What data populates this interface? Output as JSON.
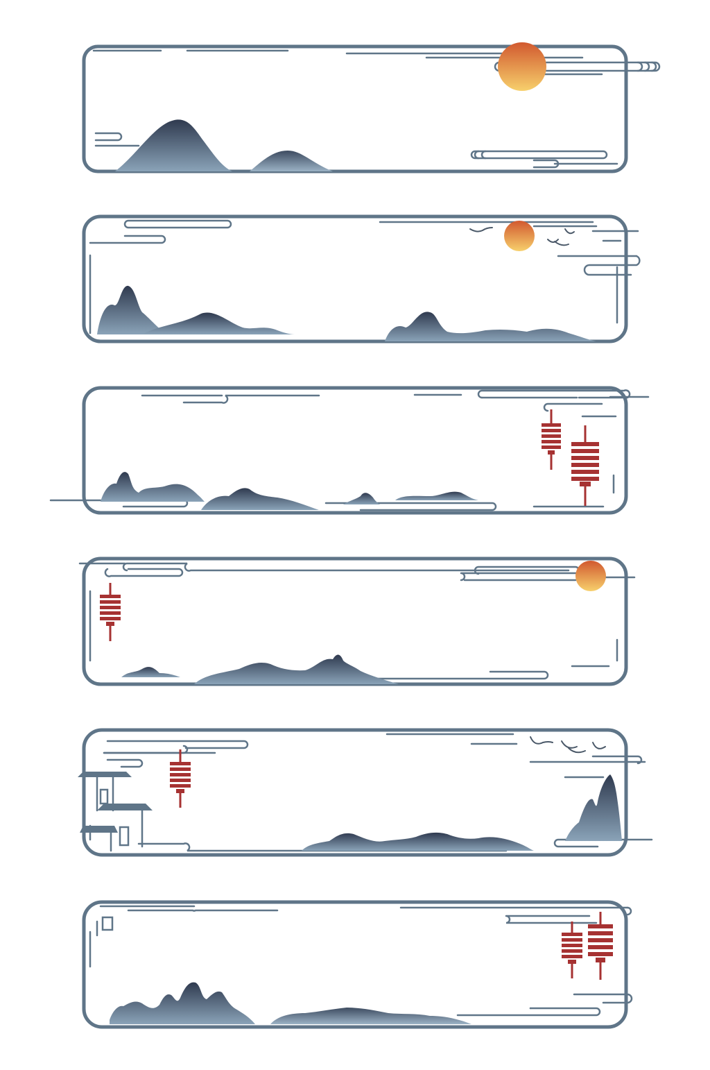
{
  "title": "",
  "colors": {
    "frame": "#5f7588",
    "mountain_dark": "#2f3a4f",
    "mountain_light": "#8aa3b8",
    "sun_top": "#d1592f",
    "sun_bottom": "#f7d06c",
    "lantern": "#a63232"
  },
  "banners": [
    {
      "name": "banner-1",
      "motifs": [
        "sun",
        "cloud-lines",
        "mountains"
      ]
    },
    {
      "name": "banner-2",
      "motifs": [
        "sun",
        "birds",
        "cloud-lines",
        "mountains"
      ]
    },
    {
      "name": "banner-3",
      "motifs": [
        "lanterns",
        "cloud-lines",
        "mountains"
      ]
    },
    {
      "name": "banner-4",
      "motifs": [
        "sun",
        "lantern",
        "cloud-lines",
        "mountains"
      ]
    },
    {
      "name": "banner-5",
      "motifs": [
        "pavilion",
        "lantern",
        "birds",
        "mountains"
      ]
    },
    {
      "name": "banner-6",
      "motifs": [
        "lanterns",
        "cloud-lines",
        "mountains"
      ]
    }
  ]
}
